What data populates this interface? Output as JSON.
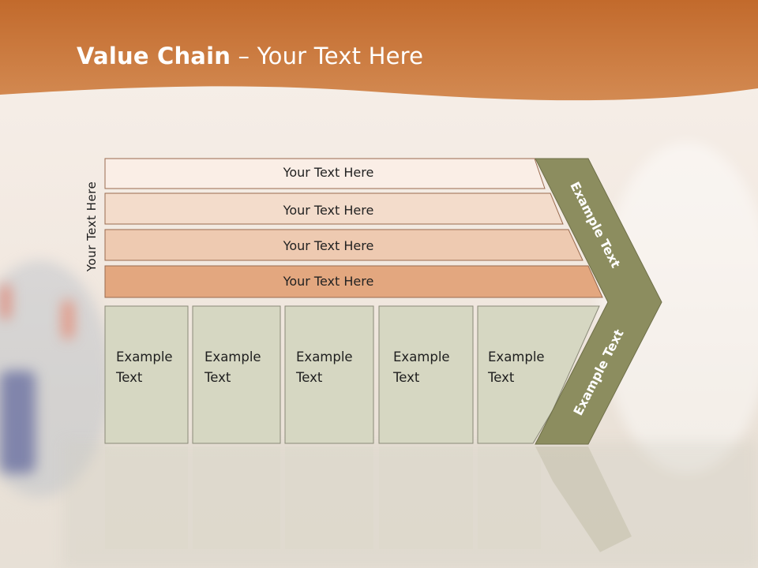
{
  "title": {
    "bold": "Value Chain",
    "rest": " – Your Text Here"
  },
  "side_label": "Your Text Here",
  "rows": [
    {
      "label": "Your Text Here"
    },
    {
      "label": "Your Text Here"
    },
    {
      "label": "Your Text Here"
    },
    {
      "label": "Your Text Here"
    }
  ],
  "boxes": [
    {
      "line1": "Example",
      "line2": "Text"
    },
    {
      "line1": "Example",
      "line2": "Text"
    },
    {
      "line1": "Example",
      "line2": "Text"
    },
    {
      "line1": "Example",
      "line2": "Text"
    },
    {
      "line1": "Example",
      "line2": "Text"
    }
  ],
  "chevron": {
    "upper_label": "Example Text",
    "lower_label": "Example Text"
  },
  "colors": {
    "header": "#c8743a",
    "row1": "#faeee6",
    "row2": "#f3dccb",
    "row3": "#eecab1",
    "row4": "#e3a77f",
    "box": "#d6d7c2",
    "chevron": "#8c8d5f"
  }
}
